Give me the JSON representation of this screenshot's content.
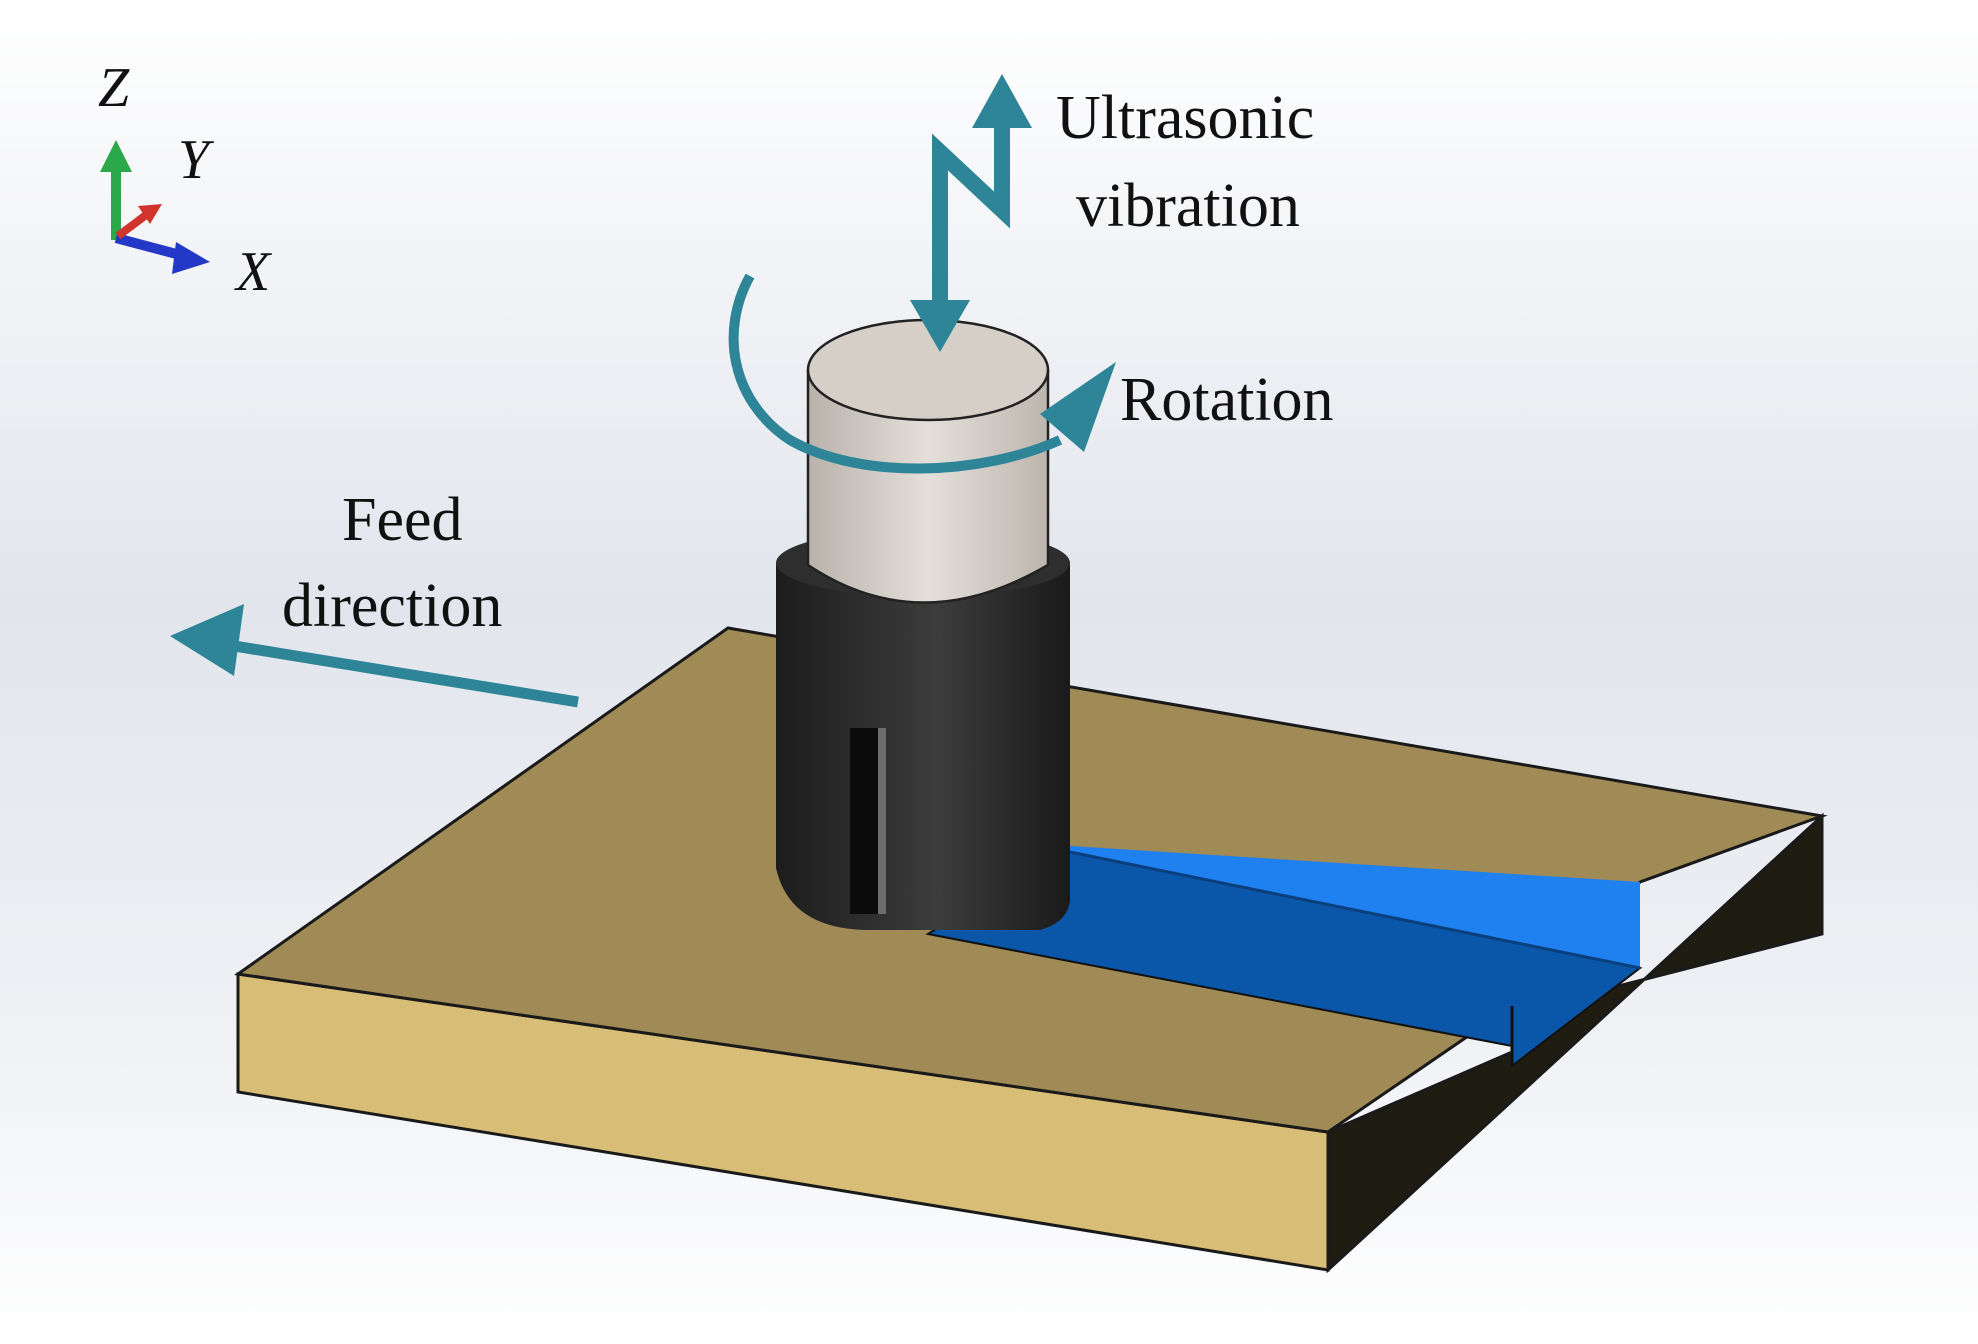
{
  "axes": {
    "z": "Z",
    "y": "Y",
    "x": "X"
  },
  "labels": {
    "ultrasonic_line1": "Ultrasonic",
    "ultrasonic_line2": "vibration",
    "rotation": "Rotation",
    "feed_line1": "Feed",
    "feed_line2": "direction"
  },
  "colors": {
    "arrow": "#2e8597",
    "workpiece_top": "#a08a55",
    "workpiece_side": "#d8bd76",
    "workpiece_end": "#1f1c12",
    "slot_blue": "#1174e0",
    "tool_body": "#2b2b2b",
    "tool_head": "#cfc9c3",
    "axis_z": "#2aa84a",
    "axis_x": "#2438c8",
    "axis_y": "#d0342c"
  }
}
